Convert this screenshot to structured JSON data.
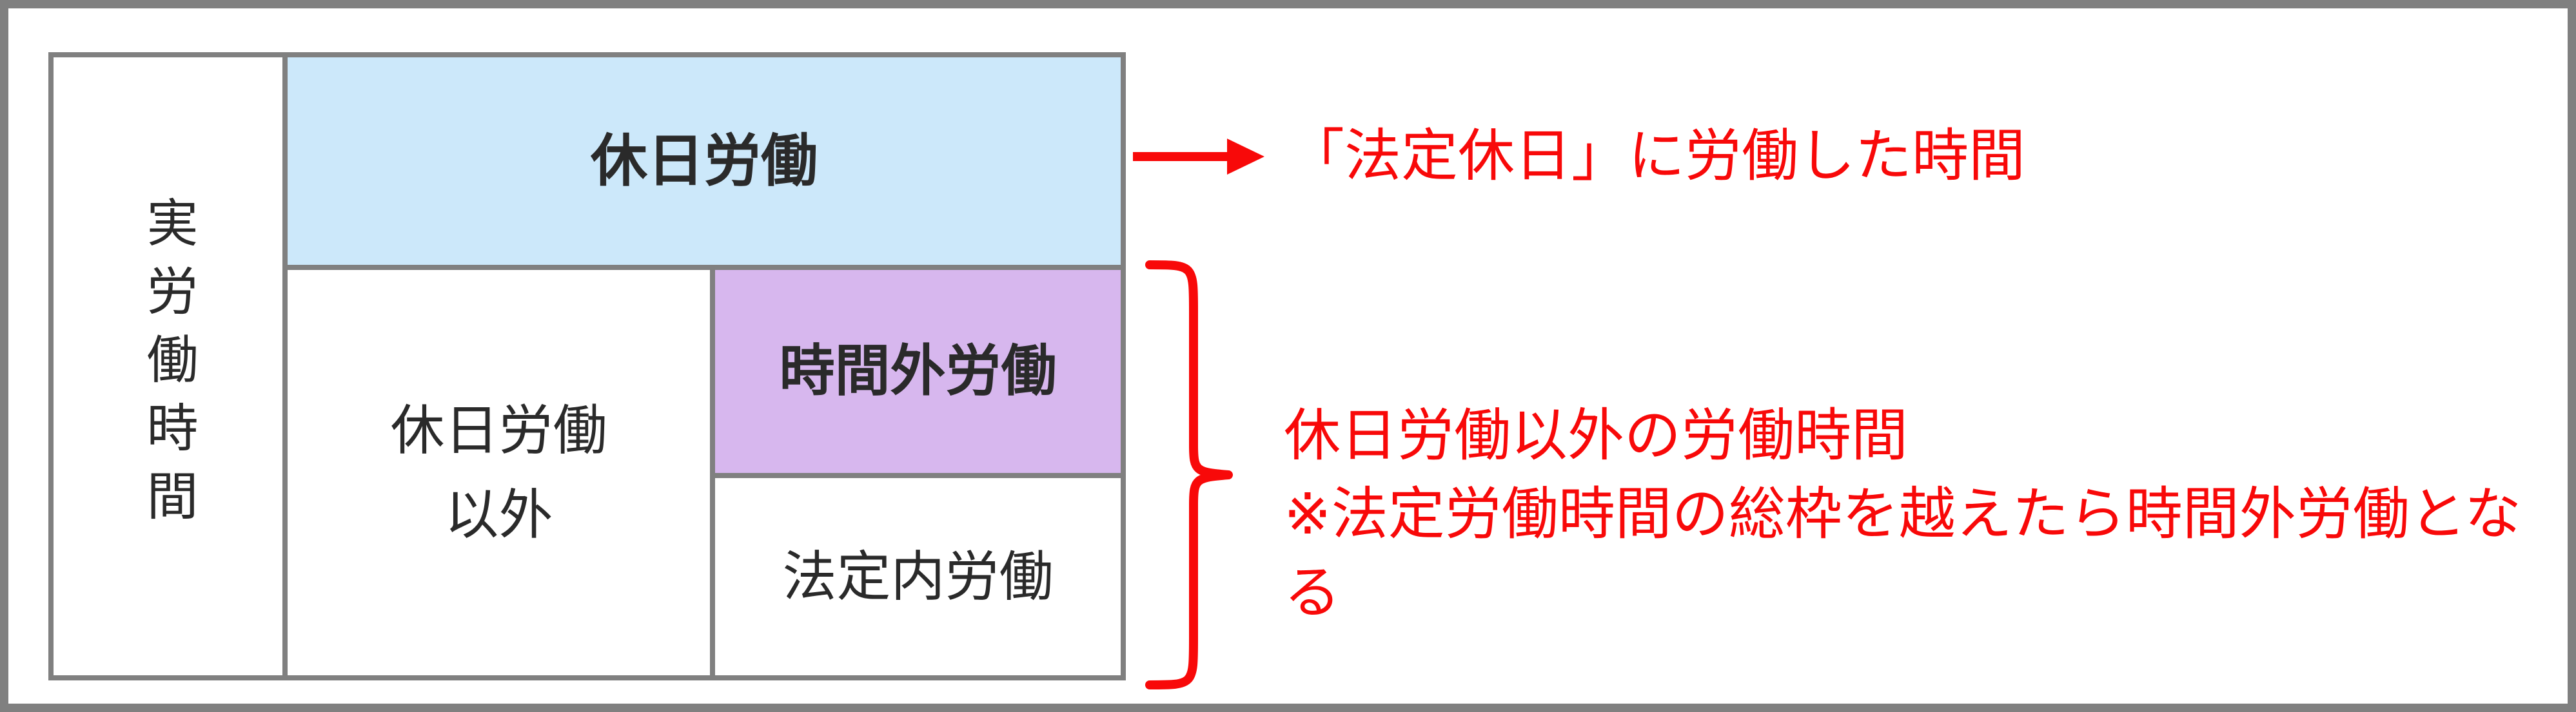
{
  "colors": {
    "holiday_blue": "#cce8fa",
    "overtime_purple": "#d7b7ee",
    "accent_red": "#f80909",
    "border_gray": "#808080",
    "text_dark": "#2a2a2a"
  },
  "table": {
    "actual_hours_label": "実労働時間",
    "holiday_work_label": "休日労働",
    "non_holiday_work_label": "休日労働\n以外",
    "overtime_work_label": "時間外労働",
    "statutory_work_label": "法定内労働"
  },
  "annotations": {
    "arrow_note": "「法定休日」に労働した時間",
    "brace_note": "休日労働以外の労働時間\n※法定労働時間の総枠を越えたら時間外労働となる"
  }
}
